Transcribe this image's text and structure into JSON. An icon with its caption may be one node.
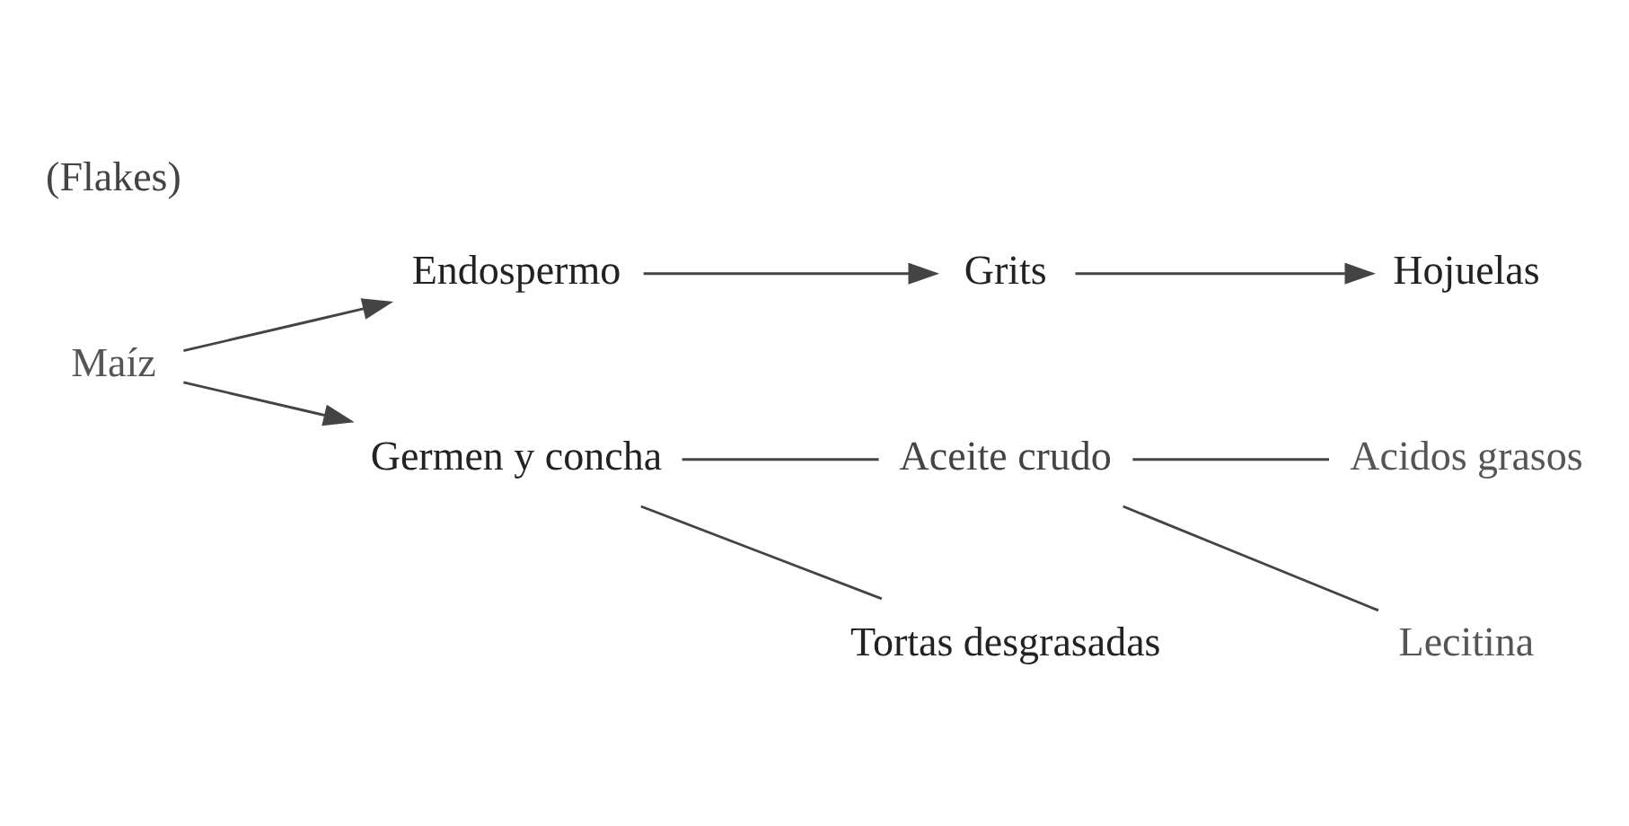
{
  "diagram": {
    "nodes": [
      {
        "text": [
          "Maíz"
        ]
      },
      {
        "text": [
          "Endospermo"
        ]
      },
      {
        "text": [
          "Grits"
        ]
      },
      {
        "text": [
          "Hojuelas"
        ]
      },
      {
        "text": [
          "Germen y concha"
        ]
      },
      {
        "text": [
          "Aceite crudo"
        ]
      },
      {
        "text": [
          "Tortas desgrasadas"
        ]
      },
      {
        "text": [
          "Acidos grasos"
        ]
      },
      {
        "text": [
          "Lecitina"
        ]
      }
    ],
    "edges": [
      {
        "from": 0,
        "to": 1,
        "arrow": "to"
      },
      {
        "from": 1,
        "to": 2,
        "arrow": "to"
      },
      {
        "from": 2,
        "to": 3,
        "arrow": "to"
      },
      {
        "from": 0,
        "to": 4,
        "arrow": "to"
      },
      {
        "from": 4,
        "to": 5,
        "arrow": "none"
      },
      {
        "from": 4,
        "to": 6,
        "arrow": "none"
      },
      {
        "from": 5,
        "to": 7,
        "arrow": "none"
      },
      {
        "from": 5,
        "to": 8,
        "arrow": "none"
      }
    ],
    "labels": [
      "(Flakes)"
    ]
  }
}
